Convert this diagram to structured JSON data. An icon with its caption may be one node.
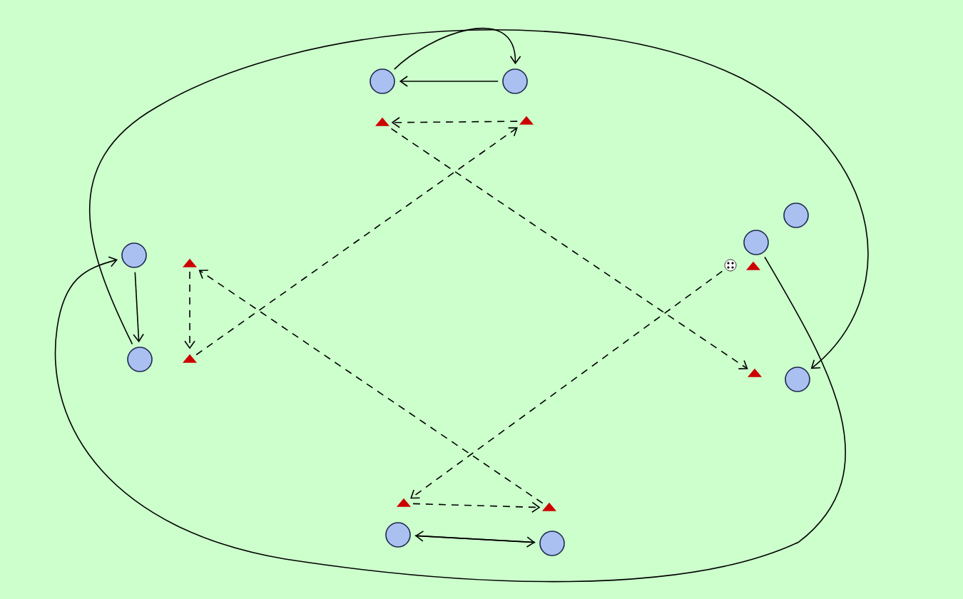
{
  "diagram": {
    "nodes": [
      {
        "text": [],
        "shape": "circle"
      },
      {
        "text": [],
        "shape": "circle"
      },
      {
        "text": [],
        "shape": "cone"
      },
      {
        "text": [],
        "shape": "cone"
      },
      {
        "text": [],
        "shape": "circle"
      },
      {
        "text": [],
        "shape": "circle"
      },
      {
        "text": [],
        "shape": "circle"
      },
      {
        "text": [],
        "shape": "cone"
      },
      {
        "text": [],
        "shape": "ball"
      },
      {
        "text": [],
        "shape": "cone"
      },
      {
        "text": [],
        "shape": "circle"
      },
      {
        "text": [],
        "shape": "cone"
      },
      {
        "text": [],
        "shape": "cone"
      },
      {
        "text": [],
        "shape": "circle"
      },
      {
        "text": [],
        "shape": "cone"
      },
      {
        "text": [],
        "shape": "cone"
      },
      {
        "text": [],
        "shape": "circle"
      },
      {
        "text": [],
        "shape": "circle"
      }
    ],
    "edges": [
      {
        "from": 1,
        "to": 0,
        "arrow": "to"
      },
      {
        "from": 3,
        "to": 2,
        "arrow": "to",
        "style": "dashed"
      },
      {
        "from": 6,
        "to": 10,
        "arrow": "to"
      },
      {
        "from": 7,
        "to": 11,
        "arrow": "to",
        "style": "dashed"
      },
      {
        "from": 16,
        "to": 17,
        "arrow": "to"
      },
      {
        "from": 14,
        "to": 15,
        "arrow": "to",
        "style": "dashed"
      },
      {
        "from": 11,
        "to": 3,
        "arrow": "to",
        "style": "dashed"
      },
      {
        "from": 2,
        "to": 12,
        "arrow": "to",
        "style": "dashed"
      },
      {
        "from": 8,
        "to": 14,
        "arrow": "to",
        "style": "dashed"
      },
      {
        "from": 15,
        "to": 7,
        "arrow": "to",
        "style": "dashed"
      },
      {
        "from": 0,
        "to": 1,
        "arrow": "to"
      },
      {
        "from": 10,
        "to": 13,
        "arrow": "to"
      },
      {
        "from": 5,
        "to": 6,
        "arrow": "to"
      },
      {
        "from": 17,
        "to": 16,
        "arrow": "to"
      }
    ]
  }
}
